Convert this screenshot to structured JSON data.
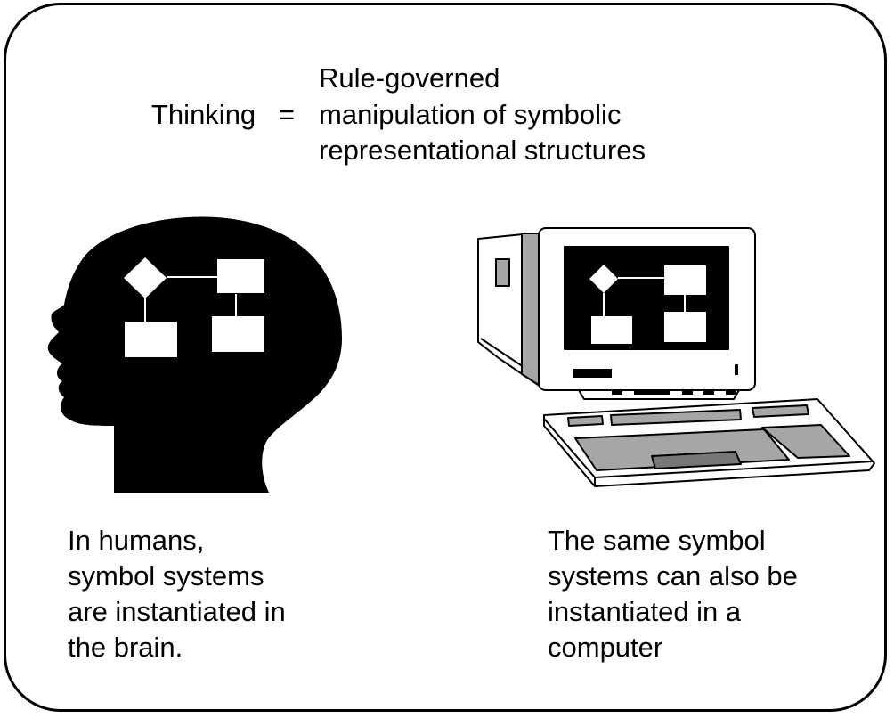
{
  "equation": {
    "lhs": "Thinking",
    "sign": "=",
    "rhs_lines": [
      "Rule-governed",
      "manipulation of symbolic",
      "representational structures"
    ]
  },
  "human": {
    "caption_lines": [
      "In humans,",
      "symbol systems",
      "are instantiated in",
      "the brain."
    ]
  },
  "computer": {
    "caption_lines": [
      "The same symbol",
      "systems can also be",
      "instantiated in a",
      "computer"
    ]
  }
}
